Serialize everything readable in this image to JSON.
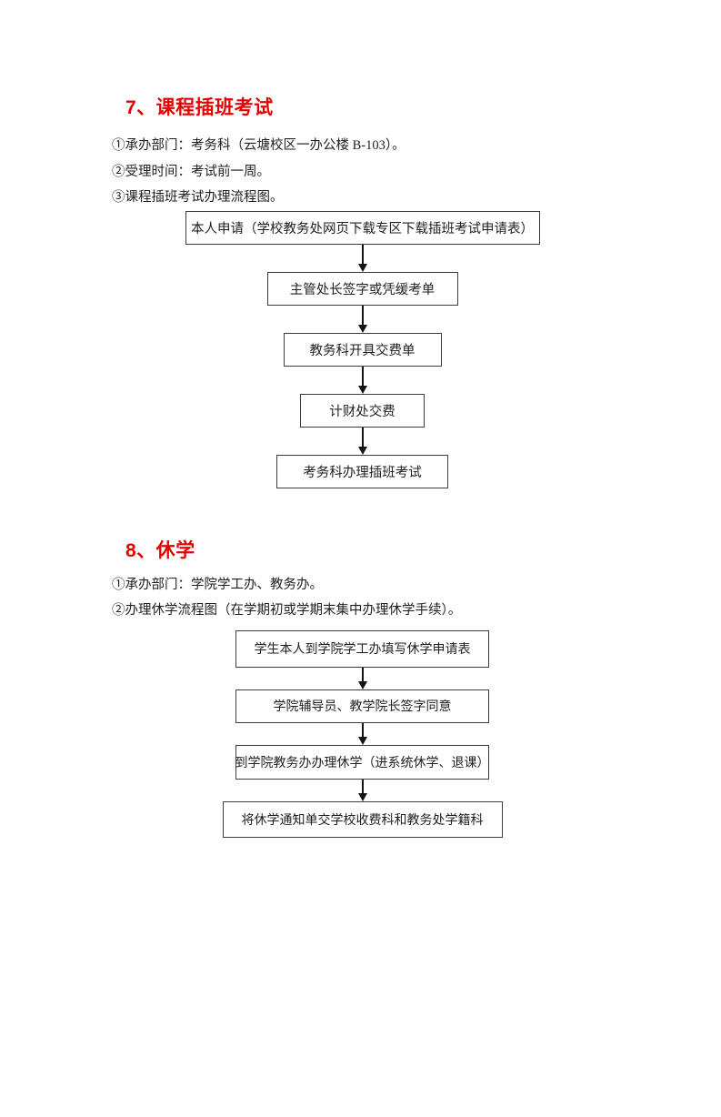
{
  "colors": {
    "heading_red": "#e60000",
    "box_border": "#3c3c3c",
    "body_text": "#1f1f1f",
    "page_background": "#ffffff"
  },
  "section7": {
    "title": "7、课程插班考试",
    "lines": [
      "①承办部门：考务科（云塘校区一办公楼 B-103）。",
      "②受理时间：考试前一周。",
      "③课程插班考试办理流程图。"
    ],
    "flow": {
      "type": "flowchart",
      "direction": "top-down",
      "steps": [
        "本人申请（学校教务处网页下载专区下载插班考试申请表）",
        "主管处长签字或凭缓考单",
        "教务科开具交费单",
        "计财处交费",
        "考务科办理插班考试"
      ]
    }
  },
  "section8": {
    "title": "8、休学",
    "lines": [
      "①承办部门：学院学工办、教务办。",
      "②办理休学流程图（在学期初或学期末集中办理休学手续）。"
    ],
    "flow": {
      "type": "flowchart",
      "direction": "top-down",
      "steps": [
        "学生本人到学院学工办填写休学申请表",
        "学院辅导员、教学院长签字同意",
        "到学院教务办办理休学（进系统休学、退课）",
        "将休学通知单交学校收费科和教务处学籍科"
      ]
    }
  }
}
